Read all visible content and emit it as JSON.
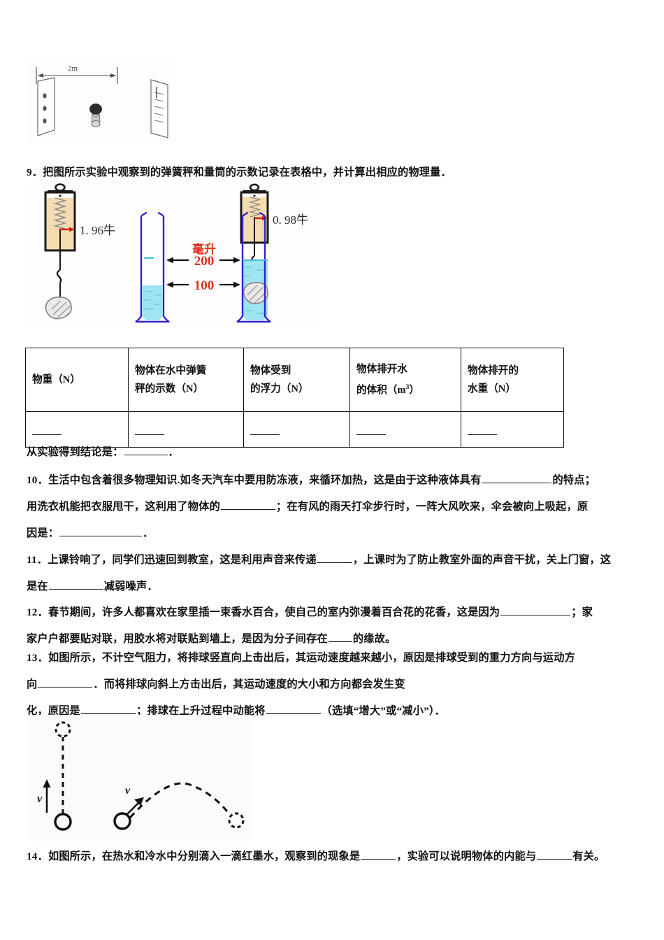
{
  "document": {
    "type": "physics-exam-fill-in-the-blank",
    "language": "zh-CN"
  },
  "figure_wall": {
    "name": "two-walls-distance-diagram",
    "distance_label": "2m",
    "elements": [
      "left-panel",
      "dimension-line",
      "person-figure",
      "right-panel"
    ]
  },
  "question9": {
    "number": "9．",
    "text": "把图所示实验中观察到的弹簧秤和量筒的示数记录在表格中，并计算出相应的物理量．"
  },
  "figure_spring": {
    "name": "spring-scale-and-graduated-cylinder-experiment",
    "scale_left_reading": "1. 96牛",
    "scale_right_reading": "0. 98牛",
    "cylinder_unit_label": "毫升",
    "cylinder_mark_upper": "200",
    "cylinder_mark_lower": "100",
    "colors": {
      "scale_body": "#f5dcb0",
      "scale_frame": "#1a1a1a",
      "pointer": "#d81e05",
      "cylinder_outline": "#3322cc",
      "water": "#9fe4f2",
      "label_red": "#e03020",
      "stone": "#e6e6e6"
    }
  },
  "table": {
    "name": "buoyancy-data-table",
    "headers": [
      "物重（N）",
      "物体在水中弹簧秤的示数（N）",
      "物体受到的浮力（N）",
      "物体排开水的体积（m3）",
      "物体排开的水重（N）"
    ],
    "header_lines": [
      [
        "物重（N）"
      ],
      [
        "物体在水中弹簧",
        "秤的示数（N）"
      ],
      [
        "物体受到",
        "的浮力（N）"
      ],
      [
        "物体排开水",
        "的体积（m³）"
      ],
      [
        "物体排开的",
        "水重（N）"
      ]
    ],
    "values": [
      "",
      "",
      "",
      "",
      ""
    ],
    "value_placeholder": "blank-underline"
  },
  "conclusion": {
    "text_before": "从实验得到结论是：",
    "text_after": "．"
  },
  "question10": {
    "number": "10．",
    "line1_a": "生活中包含着很多物理知识.如冬天汽车中要用防冻液，来循环加热，这是由于这种液体具有",
    "line1_b": "的特点；",
    "line2_a": "用洗衣机能把衣服甩干，这利用了物体的",
    "line2_b": "；在有风的雨天打伞步行时，一阵大风吹来，伞会被向上吸起，原",
    "line3_a": "因是：",
    "line3_b": "．"
  },
  "question11": {
    "number": "11．",
    "line1_a": "上课铃响了，同学们迅速回到教室，这是利用声音来传递",
    "line1_b": "，上课时为了防止教室外面的声音干扰，关上门窗，这",
    "line2_a": "是在",
    "line2_b": "减弱噪声．"
  },
  "question12": {
    "number": "12．",
    "line1_a": "春节期间，许多人都喜欢在家里插一束香水百合，使自己的室内弥漫着百合花的花香，这是因为",
    "line1_b": "；家",
    "line2_a": "家户户都要贴对联，用胶水将对联贴到墙上，是因为分子间存在",
    "line2_b": "的缘故。"
  },
  "question13": {
    "number": "13．",
    "line1_a": "如图所示，不计空气阻力，将排球竖直向上击出后，其运动速度越来越小，原因是排球受到的重力方向与运动方",
    "line2_a": "向",
    "line2_b": "．而将排球向斜上方击出后，其运动速度的大小和方向都会发生变",
    "line3_a": "化，原因是",
    "line3_b": "；排球在上升过程中动能将",
    "line3_c": "（选填“增大”或“减小”）．"
  },
  "figure_ball": {
    "name": "volleyball-trajectory-diagram",
    "velocity_label_vertical": "v",
    "velocity_label_oblique": "v",
    "trajectories": [
      "vertical-up-dashed",
      "projectile-arc-dashed"
    ]
  },
  "question14": {
    "number": "14．",
    "line1_a": "如图所示，在热水和冷水中分别滴入一滴红墨水，观察到的现象是",
    "line1_b": "，实验可以说明物体的内能与",
    "line1_c": "有关。"
  }
}
